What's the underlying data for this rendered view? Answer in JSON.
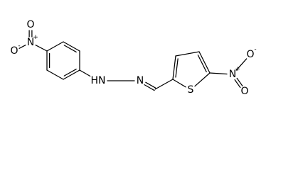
{
  "molecule": {
    "atoms": [
      {
        "id": "O1",
        "symbol": "O",
        "charge": "-"
      },
      {
        "id": "N1",
        "symbol": "N",
        "charge": "+"
      },
      {
        "id": "O2",
        "symbol": "O",
        "charge": ""
      },
      {
        "id": "C1",
        "symbol": "",
        "charge": ""
      },
      {
        "id": "C2",
        "symbol": "",
        "charge": ""
      },
      {
        "id": "C3",
        "symbol": "",
        "charge": ""
      },
      {
        "id": "C4",
        "symbol": "",
        "charge": ""
      },
      {
        "id": "C5",
        "symbol": "",
        "charge": ""
      },
      {
        "id": "C6",
        "symbol": "",
        "charge": ""
      },
      {
        "id": "NH",
        "symbol": "HN",
        "charge": ""
      },
      {
        "id": "N2",
        "symbol": "N",
        "charge": ""
      },
      {
        "id": "C7",
        "symbol": "",
        "charge": ""
      },
      {
        "id": "C8",
        "symbol": "",
        "charge": ""
      },
      {
        "id": "C9",
        "symbol": "",
        "charge": ""
      },
      {
        "id": "C10",
        "symbol": "",
        "charge": ""
      },
      {
        "id": "C11",
        "symbol": "",
        "charge": ""
      },
      {
        "id": "S1",
        "symbol": "S",
        "charge": ""
      },
      {
        "id": "N3",
        "symbol": "N",
        "charge": "+"
      },
      {
        "id": "O3",
        "symbol": "O",
        "charge": "-"
      },
      {
        "id": "O4",
        "symbol": "O",
        "charge": ""
      }
    ],
    "bonds": [
      {
        "a": "O1",
        "b": "N1",
        "order": 1
      },
      {
        "a": "N1",
        "b": "O2",
        "order": 2
      },
      {
        "a": "N1",
        "b": "C1",
        "order": 1
      },
      {
        "a": "C1",
        "b": "C2",
        "order": 2
      },
      {
        "a": "C2",
        "b": "C3",
        "order": 1
      },
      {
        "a": "C3",
        "b": "C4",
        "order": 2
      },
      {
        "a": "C4",
        "b": "C5",
        "order": 1
      },
      {
        "a": "C5",
        "b": "C6",
        "order": 2
      },
      {
        "a": "C6",
        "b": "C1",
        "order": 1
      },
      {
        "a": "C4",
        "b": "NH",
        "order": 1
      },
      {
        "a": "NH",
        "b": "N2",
        "order": 1
      },
      {
        "a": "N2",
        "b": "C7",
        "order": 2
      },
      {
        "a": "C7",
        "b": "C8",
        "order": 1
      },
      {
        "a": "C8",
        "b": "C9",
        "order": 2
      },
      {
        "a": "C9",
        "b": "C10",
        "order": 1
      },
      {
        "a": "C10",
        "b": "C11",
        "order": 2
      },
      {
        "a": "C11",
        "b": "S1",
        "order": 1
      },
      {
        "a": "S1",
        "b": "C8",
        "order": 1
      },
      {
        "a": "C11",
        "b": "N3",
        "order": 1
      },
      {
        "a": "N3",
        "b": "O3",
        "order": 1
      },
      {
        "a": "N3",
        "b": "O4",
        "order": 2
      }
    ]
  }
}
